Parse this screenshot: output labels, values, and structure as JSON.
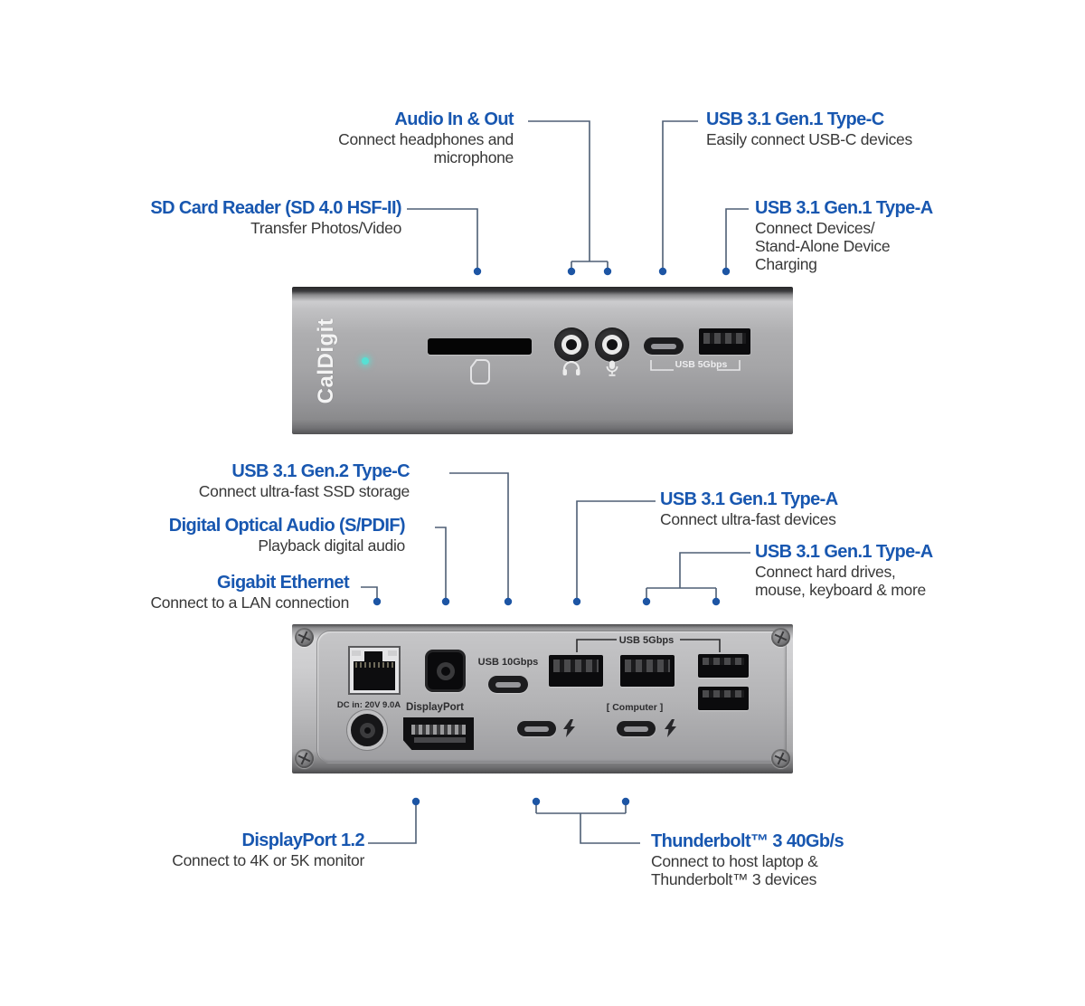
{
  "annotations": {
    "audio_in_out": {
      "title": "Audio In & Out",
      "lines": [
        "Connect headphones and",
        "microphone"
      ]
    },
    "usb_c_front": {
      "title": "USB 3.1 Gen.1 Type-C",
      "lines": [
        "Easily connect USB-C devices"
      ]
    },
    "sd_card": {
      "title": "SD Card Reader (SD 4.0 HSF-II)",
      "lines": [
        "Transfer Photos/Video"
      ]
    },
    "usb_a_front": {
      "title": "USB 3.1 Gen.1 Type-A",
      "lines": [
        "Connect Devices/",
        "Stand-Alone Device",
        "Charging"
      ]
    },
    "usb_c_gen2": {
      "title": "USB 3.1 Gen.2 Type-C",
      "lines": [
        "Connect ultra-fast SSD storage"
      ]
    },
    "spdif": {
      "title": "Digital Optical Audio (S/PDIF)",
      "lines": [
        "Playback digital audio"
      ]
    },
    "ethernet": {
      "title": "Gigabit Ethernet",
      "lines": [
        "Connect to a LAN connection"
      ]
    },
    "usb_a_fast": {
      "title": "USB 3.1 Gen.1 Type-A",
      "lines": [
        "Connect ultra-fast devices"
      ]
    },
    "usb_a_more": {
      "title": "USB 3.1 Gen.1 Type-A",
      "lines": [
        "Connect hard drives,",
        "mouse, keyboard & more"
      ]
    },
    "displayport": {
      "title": "DisplayPort 1.2",
      "lines": [
        "Connect to 4K or 5K monitor"
      ]
    },
    "thunderbolt": {
      "title": "Thunderbolt™ 3 40Gb/s",
      "lines": [
        "Connect to host laptop &",
        "Thunderbolt™ 3 devices"
      ]
    }
  },
  "device_front": {
    "brand": "CalDigit",
    "usb5_label": "USB 5Gbps"
  },
  "device_rear": {
    "usb10_label": "USB 10Gbps",
    "usb5_label": "USB 5Gbps",
    "computer_label": "[ Computer ]",
    "dc_label": "DC in: 20V 9.0A",
    "displayport_label": "DisplayPort"
  },
  "colors": {
    "heading_blue": "#1857b0",
    "body_text": "#383838",
    "leader_line": "#4e5f75",
    "leader_dot": "#1d55a4",
    "led_teal": "#57e0d4"
  }
}
